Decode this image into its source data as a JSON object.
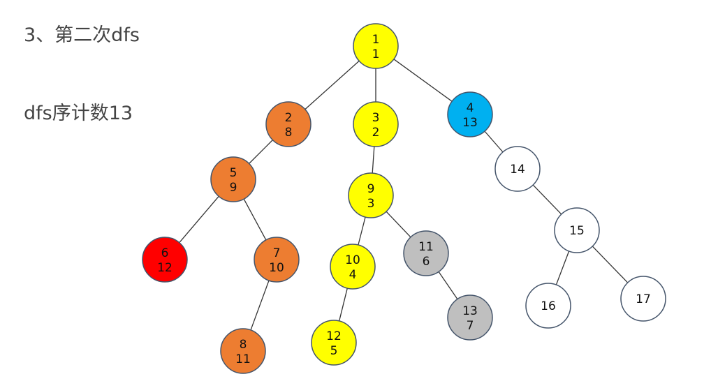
{
  "title": "3、第二次dfs",
  "subtitle": "dfs序计数13",
  "colors": {
    "yellow": "#FFFF00",
    "orange": "#ED7D31",
    "red": "#FF0000",
    "blue": "#00B0F0",
    "gray": "#BFBFBF",
    "white": "#FFFFFF",
    "border": "#44546A",
    "edge": "#333333"
  },
  "nodes": [
    {
      "id": "1",
      "order": "1",
      "color": "yellow"
    },
    {
      "id": "2",
      "order": "8",
      "color": "orange"
    },
    {
      "id": "3",
      "order": "2",
      "color": "yellow"
    },
    {
      "id": "4",
      "order": "13",
      "color": "blue"
    },
    {
      "id": "5",
      "order": "9",
      "color": "orange"
    },
    {
      "id": "6",
      "order": "12",
      "color": "red"
    },
    {
      "id": "7",
      "order": "10",
      "color": "orange"
    },
    {
      "id": "8",
      "order": "11",
      "color": "orange"
    },
    {
      "id": "9",
      "order": "3",
      "color": "yellow"
    },
    {
      "id": "10",
      "order": "4",
      "color": "yellow"
    },
    {
      "id": "11",
      "order": "6",
      "color": "gray"
    },
    {
      "id": "12",
      "order": "5",
      "color": "yellow"
    },
    {
      "id": "13",
      "order": "7",
      "color": "gray"
    },
    {
      "id": "14",
      "order": "",
      "color": "white"
    },
    {
      "id": "15",
      "order": "",
      "color": "white"
    },
    {
      "id": "16",
      "order": "",
      "color": "white"
    },
    {
      "id": "17",
      "order": "",
      "color": "white"
    }
  ],
  "edges": [
    [
      "1",
      "2"
    ],
    [
      "1",
      "3"
    ],
    [
      "1",
      "4"
    ],
    [
      "2",
      "5"
    ],
    [
      "5",
      "6"
    ],
    [
      "5",
      "7"
    ],
    [
      "7",
      "8"
    ],
    [
      "3",
      "9"
    ],
    [
      "9",
      "10"
    ],
    [
      "9",
      "11"
    ],
    [
      "10",
      "12"
    ],
    [
      "11",
      "13"
    ],
    [
      "4",
      "14"
    ],
    [
      "14",
      "15"
    ],
    [
      "15",
      "16"
    ],
    [
      "15",
      "17"
    ]
  ]
}
